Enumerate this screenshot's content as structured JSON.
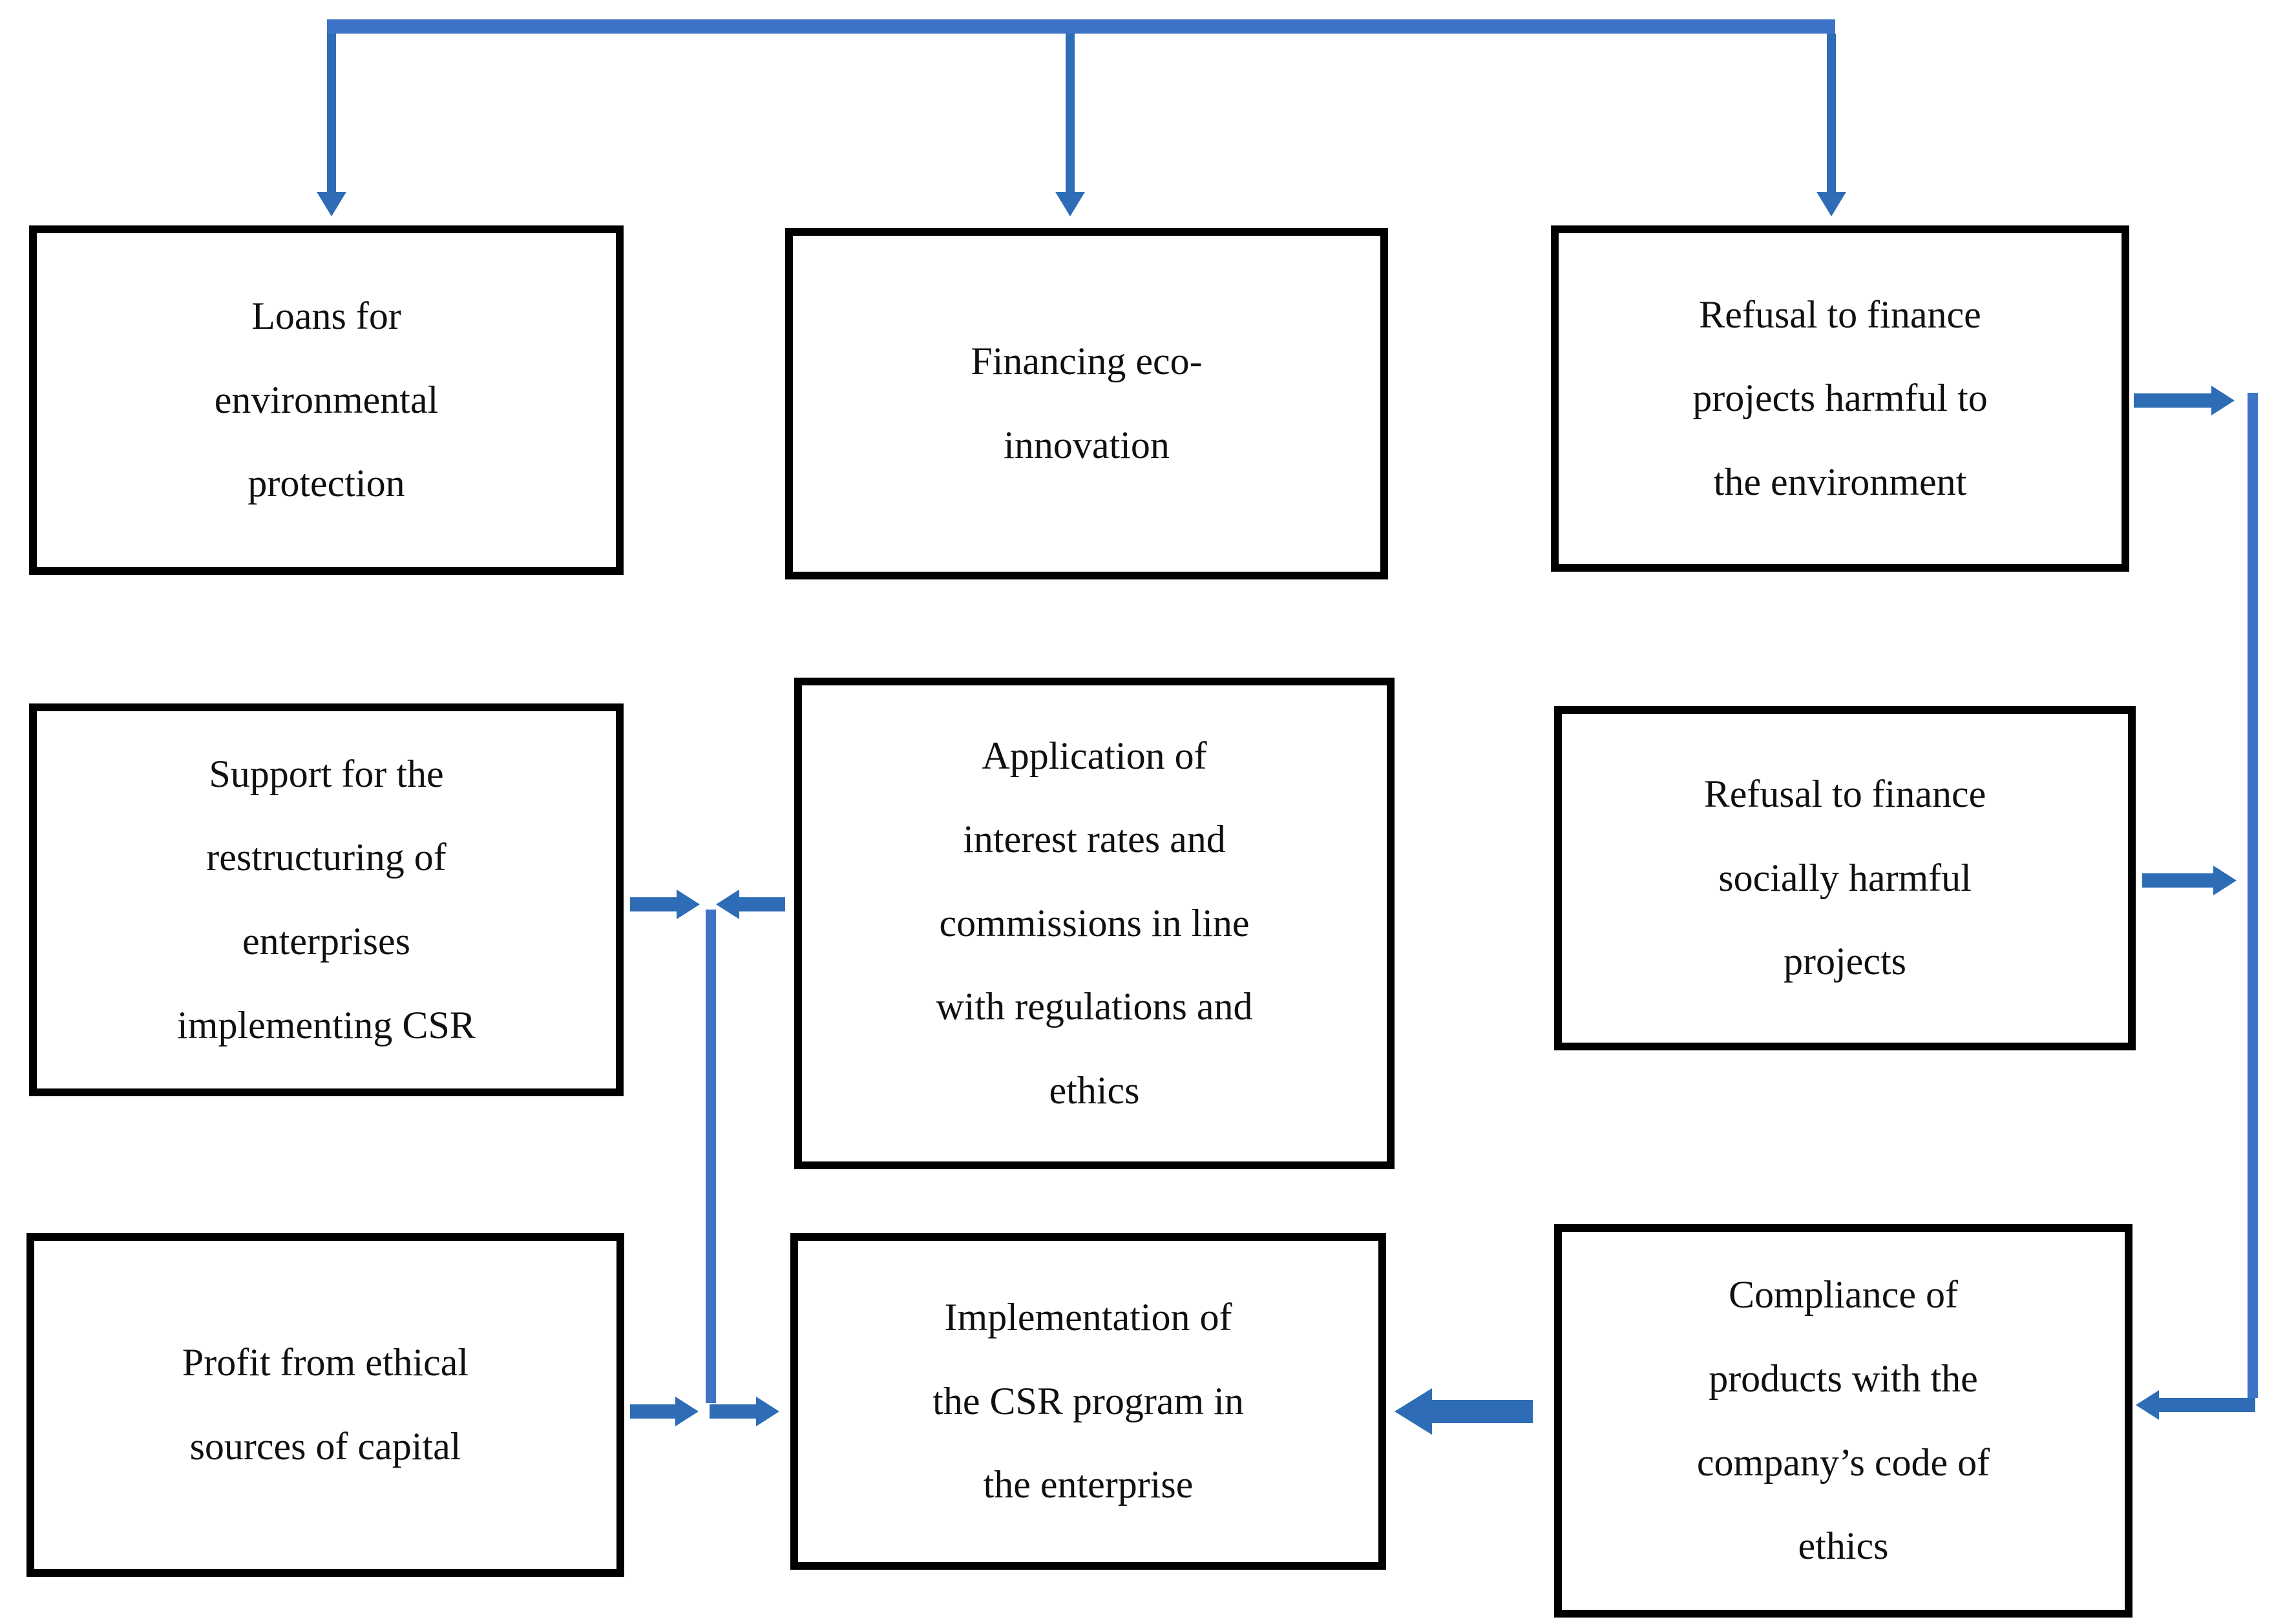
{
  "colors": {
    "arrow": "#2E6DB5",
    "rail": "#3E74C7",
    "border": "#000000",
    "text": "#101010",
    "background": "#FFFFFF"
  },
  "boxes": {
    "loans": {
      "label": "Loans for\nenvironmental\nprotection"
    },
    "financing": {
      "label": "Financing eco-\ninnovation"
    },
    "refusal_env": {
      "label": "Refusal to finance\nprojects harmful to\nthe environment"
    },
    "support": {
      "label": "Support for the\nrestructuring of\nenterprises\nimplementing CSR"
    },
    "application": {
      "label": "Application of\ninterest rates and\ncommissions in line\nwith regulations and\nethics"
    },
    "refusal_social": {
      "label": "Refusal to finance\nsocially harmful\nprojects"
    },
    "profit": {
      "label": "Profit from ethical\nsources of capital"
    },
    "implementation": {
      "label": "Implementation of\nthe CSR program in\nthe enterprise"
    },
    "compliance": {
      "label": "Compliance of\nproducts with the\ncompany’s code of\nethics"
    }
  },
  "connectors": [
    {
      "name": "top-distribution-bar",
      "type": "elbow-line",
      "targets": [
        "loans",
        "financing",
        "refusal_env"
      ]
    },
    {
      "name": "refusal-env-to-right-rail",
      "type": "arrow-right"
    },
    {
      "name": "refusal-social-to-right-rail",
      "type": "arrow-right"
    },
    {
      "name": "right-rail",
      "type": "vertical-line"
    },
    {
      "name": "right-rail-to-compliance",
      "type": "arrow-left"
    },
    {
      "name": "compliance-to-implementation",
      "type": "thick-arrow-left"
    },
    {
      "name": "support-to-left-rail",
      "type": "arrow-right"
    },
    {
      "name": "application-to-left-rail",
      "type": "arrow-left"
    },
    {
      "name": "left-rail",
      "type": "vertical-line"
    },
    {
      "name": "profit-to-left-rail",
      "type": "arrow-right"
    },
    {
      "name": "left-rail-to-implementation",
      "type": "arrow-right"
    }
  ]
}
